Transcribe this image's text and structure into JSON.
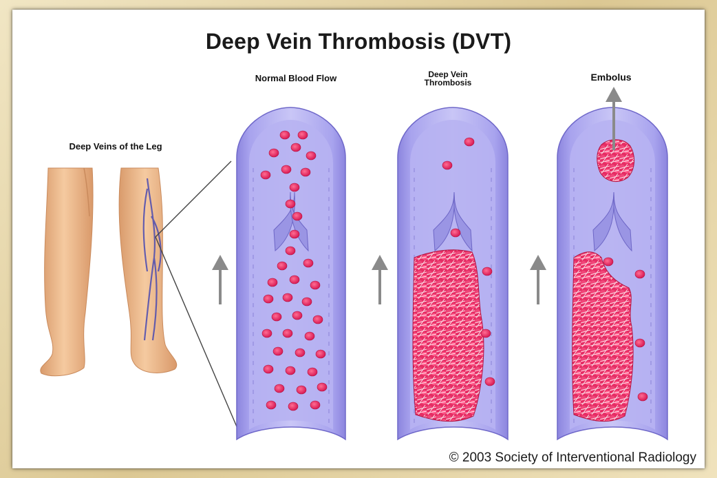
{
  "title": "Deep Vein Thrombosis (DVT)",
  "labels": {
    "deep_veins": "Deep Veins of the Leg",
    "normal_flow": "Normal Blood Flow",
    "dvt_line1": "Deep Vein",
    "dvt_line2": "Thrombosis",
    "embolus": "Embolus"
  },
  "copyright": "© 2003 Society of Interventional Radiology",
  "colors": {
    "vein_wall": "#9d97e6",
    "vein_inner": "#b4b0f0",
    "blood_cell": "#e8245f",
    "arrow": "#8a8a8a",
    "skin": "#eebc8f",
    "frame": "#e2d2a2"
  }
}
